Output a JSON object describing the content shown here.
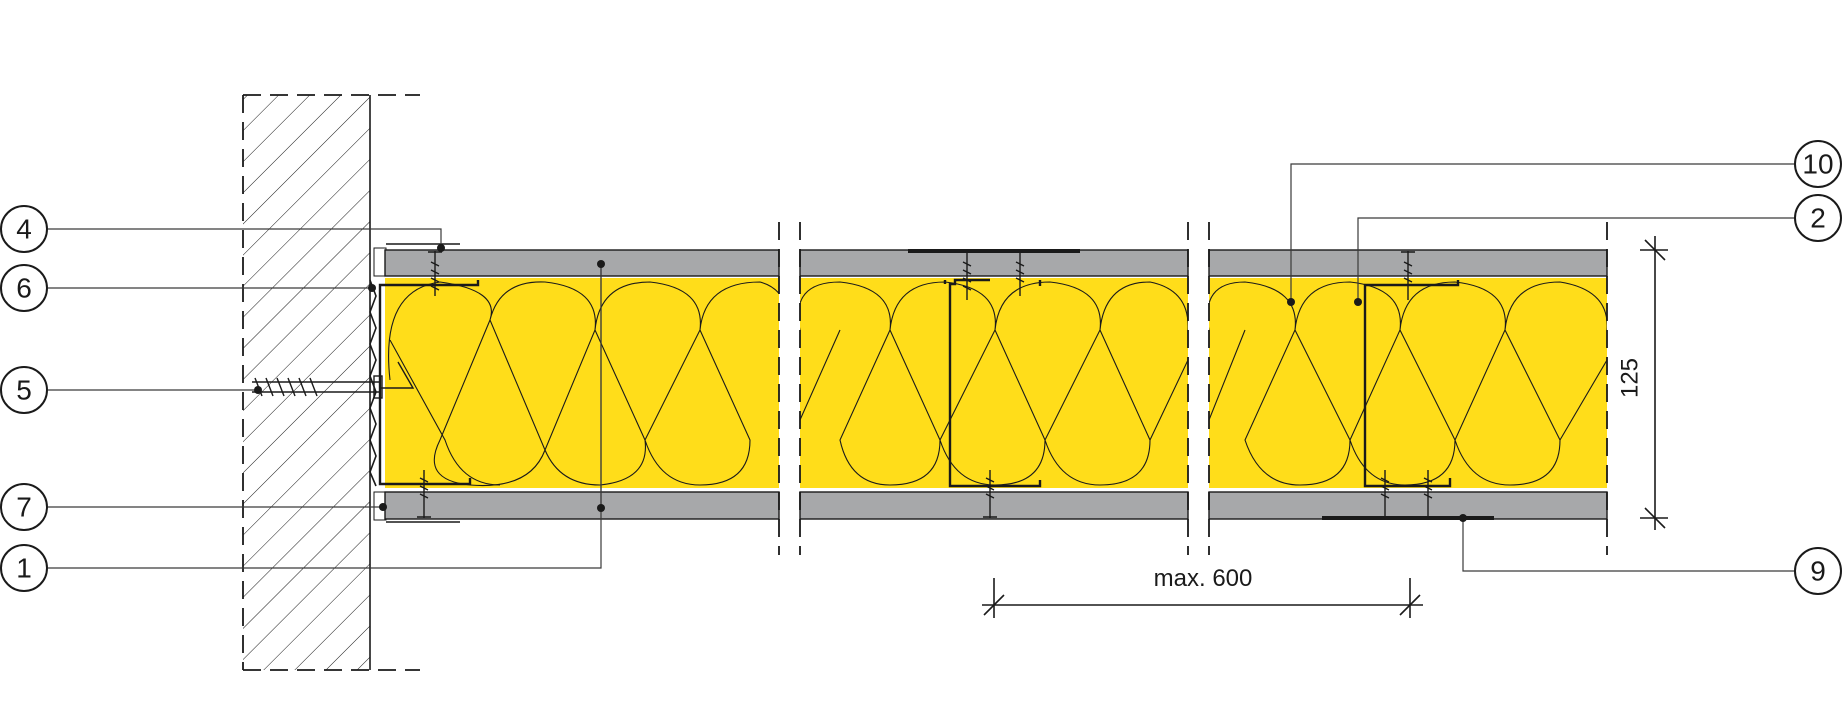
{
  "colors": {
    "insulation": "#ffdd1a",
    "board": "#a7a8aa",
    "line": "#1a1a1a",
    "background": "#ffffff"
  },
  "callouts": [
    {
      "id": "4",
      "label": "4"
    },
    {
      "id": "6",
      "label": "6"
    },
    {
      "id": "5",
      "label": "5"
    },
    {
      "id": "7",
      "label": "7"
    },
    {
      "id": "1",
      "label": "1"
    },
    {
      "id": "10",
      "label": "10"
    },
    {
      "id": "2",
      "label": "2"
    },
    {
      "id": "9",
      "label": "9"
    }
  ],
  "dimensions": {
    "stud_spacing_label": "max. 600",
    "wall_thickness_label": "125"
  }
}
